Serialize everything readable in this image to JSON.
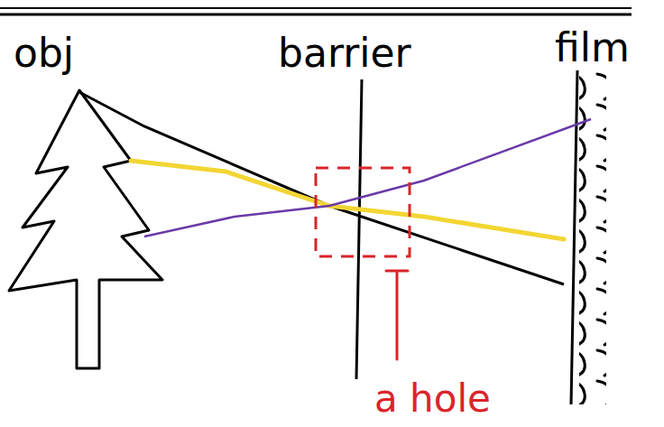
{
  "diagram": {
    "labels": [
      "obj",
      "barrier",
      "film",
      "a hole"
    ]
  }
}
